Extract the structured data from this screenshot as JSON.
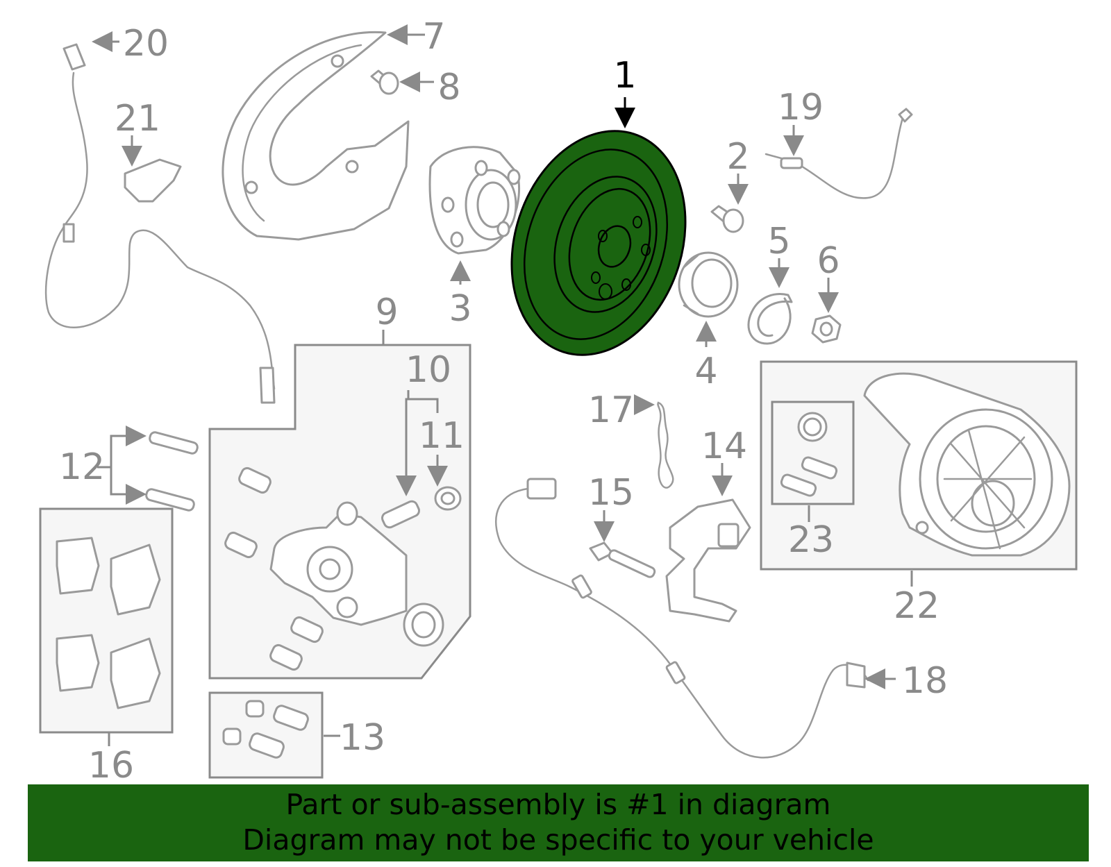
{
  "colors": {
    "highlight_fill": "#1a6410",
    "part_stroke": "#9a9a9a",
    "highlight_stroke": "#000000",
    "banner_background": "#1a6410"
  },
  "highlighted_part": "1",
  "callouts": [
    "1",
    "2",
    "3",
    "4",
    "5",
    "6",
    "7",
    "8",
    "9",
    "10",
    "11",
    "12",
    "13",
    "14",
    "15",
    "16",
    "17",
    "18",
    "19",
    "20",
    "21",
    "22",
    "23"
  ],
  "banner": {
    "line1": "Part or sub-assembly is #1 in diagram",
    "line2": "Diagram may not be specific to your vehicle"
  }
}
